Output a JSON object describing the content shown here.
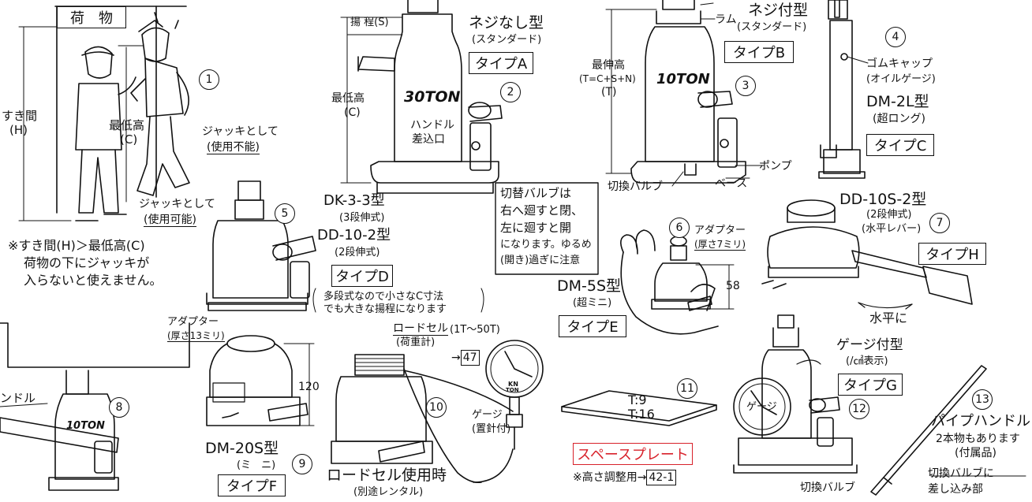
{
  "scene1": {
    "cargo": "荷　物",
    "clearance": "すき間",
    "clearance_h": "(H)",
    "min_height": "最低高",
    "min_height_c": "(C)",
    "as_jack_1": "ジャッキとして",
    "unusable": "(使用不能)",
    "as_jack_2": "ジャッキとして",
    "usable": "(使用可能)",
    "note1": "※すき間(H)＞最低高(C)",
    "note2": "荷物の下にジャッキが",
    "note3": "入らないと使えません。",
    "num": "1"
  },
  "item2": {
    "lift": "揚 程(S)",
    "min_height": "最低高",
    "min_height_c": "(C)",
    "handle": "ハンドル",
    "insert": "差込口",
    "name": "ネジなし型",
    "std": "(スタンダード)",
    "type": "タイプA",
    "num": "2",
    "stamp": "30TON"
  },
  "item3": {
    "max_height": "最伸高",
    "formula": "(T=C+S+N)",
    "t": "(T)",
    "ram": "ラム",
    "name": "ネジ付型",
    "std": "(スタンダード)",
    "type": "タイプB",
    "pump": "ポンプ",
    "base": "ベース",
    "valve": "切換バルブ",
    "num": "3",
    "stamp": "10TON"
  },
  "item4": {
    "cap": "ゴムキャップ",
    "gauge": "(オイルゲージ)",
    "name": "DM-2L型",
    "long": "(超ロング)",
    "type": "タイプC",
    "num": "4"
  },
  "valve_note": [
    "切替バルブは",
    "右へ廻すと閉、",
    "左に廻すと開",
    "になります。ゆるめ",
    "(開き)過ぎに注意"
  ],
  "item5": {
    "name1": "DK-3-3型",
    "sub1": "(3段伸式)",
    "name2": "DD-10-2型",
    "sub2": "(2段伸式)",
    "type": "タイプD",
    "note1": "多段式なので小さなC寸法",
    "note2": "でも大きな揚程になります",
    "num": "5"
  },
  "item6": {
    "adapter": "アダプター",
    "thick": "(厚さ7ミリ)",
    "dim": "58",
    "name": "DM-5S型",
    "mini": "(超ミニ)",
    "type": "タイプE",
    "num": "6"
  },
  "item7": {
    "name": "DD-10S-2型",
    "sub1": "(2段伸式)",
    "sub2": "(水平レバー)",
    "type": "タイプH",
    "horizontal": "水平に",
    "num": "7"
  },
  "item8": {
    "handle": "ンドル",
    "num": "8",
    "stamp": "10TON"
  },
  "item9": {
    "adapter": "アダプター",
    "thick": "(厚さ13ミリ)",
    "dim": "120",
    "name": "DM-20S型",
    "mini": "(ミ　ニ)",
    "type": "タイプF",
    "num": "9"
  },
  "item10": {
    "loadcell": "ロードセル",
    "range": "(1T〜50T)",
    "weigher": "(荷重計)",
    "arrow": "→",
    "ref": "47",
    "gauge": "ゲージ",
    "needle": "(置針付)",
    "title": "ロードセル使用時",
    "rental": "(別途レンタル)",
    "num": "10",
    "dial_unit": "KN",
    "dial_unit2": "TON"
  },
  "item11": {
    "t9": "T:9",
    "t16": "T:16",
    "title": "スペースプレート",
    "note": "※高さ調整用→",
    "ref": "42-1",
    "num": "11"
  },
  "item12": {
    "name": "ゲージ付型",
    "unit": "(/㎠表示)",
    "type": "タイプG",
    "valve": "切換バルブ",
    "dial": "ゲージ",
    "num": "12"
  },
  "item13": {
    "name": "パイプハンドル",
    "sub1": "2本物もあります",
    "sub2": "(付属品)",
    "note1": "切換バルブに",
    "note2": "差し込み部",
    "num": "13"
  }
}
